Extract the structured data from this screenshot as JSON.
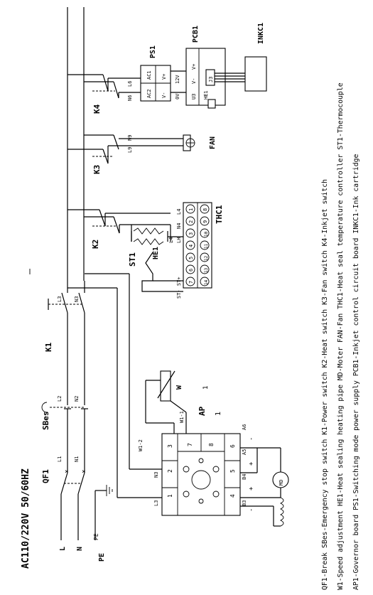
{
  "supply_label": "AC110/220V   50/60HZ",
  "terminals": {
    "L": "L",
    "N": "N",
    "PE": "PE",
    "PE_small": "PE"
  },
  "switches": {
    "QF1": "QF1",
    "SBes": "SBes",
    "K1": "K1",
    "K2": "K2",
    "K3": "K3",
    "K4": "K4",
    "QF1_L1": "L1",
    "QF1_N1": "N1",
    "SBes_L2": "L2",
    "SBes_N2": "N2",
    "K1_L3": "L3",
    "K1_N3": "N3",
    "K2_label": "K2",
    "K3_L9": "L9",
    "K3_N9": "N9",
    "K4_L6": "L6",
    "K4_N6": "N6"
  },
  "components": {
    "PS1": "PS1",
    "PCB1": "PCB1",
    "INKC1": "INKC1",
    "FAN": "FAN",
    "THC1": "THC1",
    "ST1": "ST1",
    "HE1": "HE1",
    "AP": "AP",
    "AP_num": "1",
    "W": "W",
    "W_num": "1",
    "MD": "MD"
  },
  "ps1_pins": {
    "ac1": "AC1",
    "ac2": "AC2",
    "v_plus": "V+",
    "v_minus": "V-",
    "v12": "12V",
    "v0": "0V"
  },
  "pcb1_pins": {
    "v_plus": "V+",
    "v_minus": "V-",
    "u3": "U3",
    "j3": "J3",
    "he1": "HE1"
  },
  "thc1": {
    "pins_top": [
      "1",
      "2",
      "3",
      "4",
      "5",
      "6",
      "7"
    ],
    "pins_bottom": [
      "8",
      "9",
      "10",
      "11",
      "12",
      "13",
      "14"
    ],
    "side_labels": {
      "L4": "L4",
      "N4": "N4",
      "LH": "LH",
      "L4b": "L4",
      "st_minus": "ST-",
      "st_plus": "ST+"
    }
  },
  "ap_pins": {
    "left": [
      "1",
      "2",
      "3"
    ],
    "right": [
      "4",
      "5",
      "6"
    ],
    "top": [
      "7",
      "8"
    ],
    "labels": {
      "L3": "L3",
      "N3": "N3",
      "W1_1": "W1-1",
      "W1_2": "W1-2",
      "B3": "B3",
      "B4": "B4",
      "A5": "A5",
      "A6": "A6"
    },
    "signs": {
      "plus1": "+",
      "plus2": "+",
      "minus1": "-",
      "minus2": "-"
    }
  },
  "legend": [
    "QF1-Break  SBes-Emergency stop switch  K1-Power switch  K2-Heat switch  K3-Fan switch  K4-Inkjet switch",
    "W1-Speed adjustment  HE1-Heat sealing heating pipe  MD-Moter  FAN-Fan  THC1-Heat seal temperature controller  ST1-Thermocouple",
    "AP1-Governor board  PS1-Switching mode power supply  PCB1-Inkjet control circuit board  INKC1-Ink cartridge"
  ]
}
